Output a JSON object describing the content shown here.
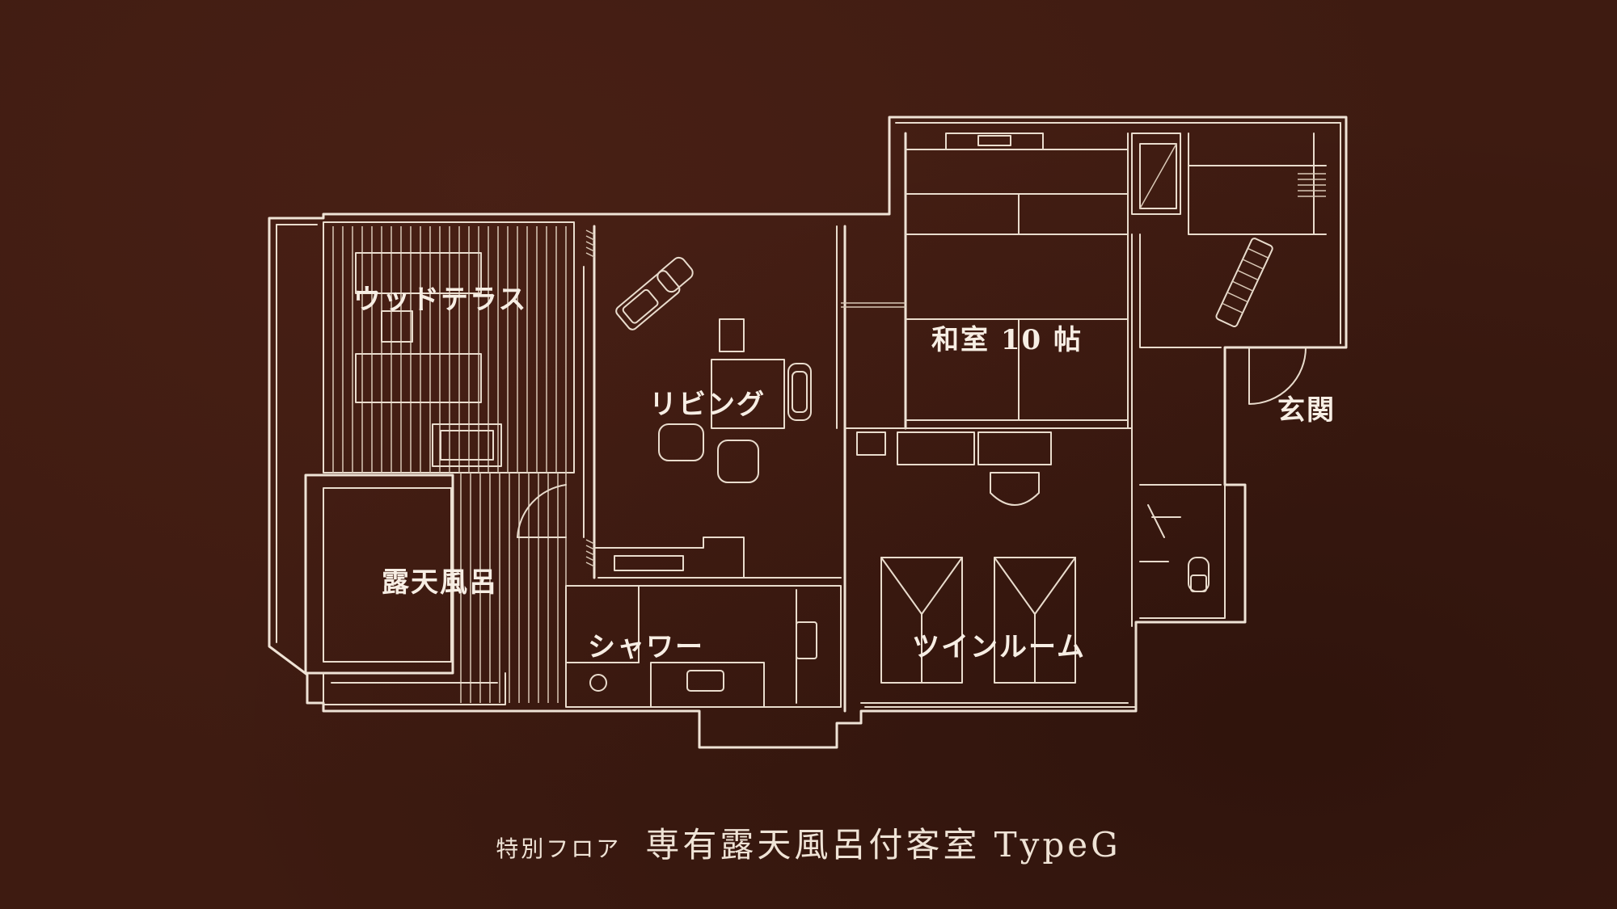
{
  "rooms": {
    "wood_terrace": "ウッドテラス",
    "living": "リビング",
    "washitsu": "和室 10 帖",
    "genkan": "玄関",
    "rotenburo": "露天風呂",
    "shower": "シャワー",
    "twin_room": "ツインルーム"
  },
  "caption": {
    "floor": "特別フロア",
    "room_type": "専有露天風呂付客室 TypeG"
  },
  "colors": {
    "background": "#3e1b11",
    "line": "#efe3d6"
  }
}
